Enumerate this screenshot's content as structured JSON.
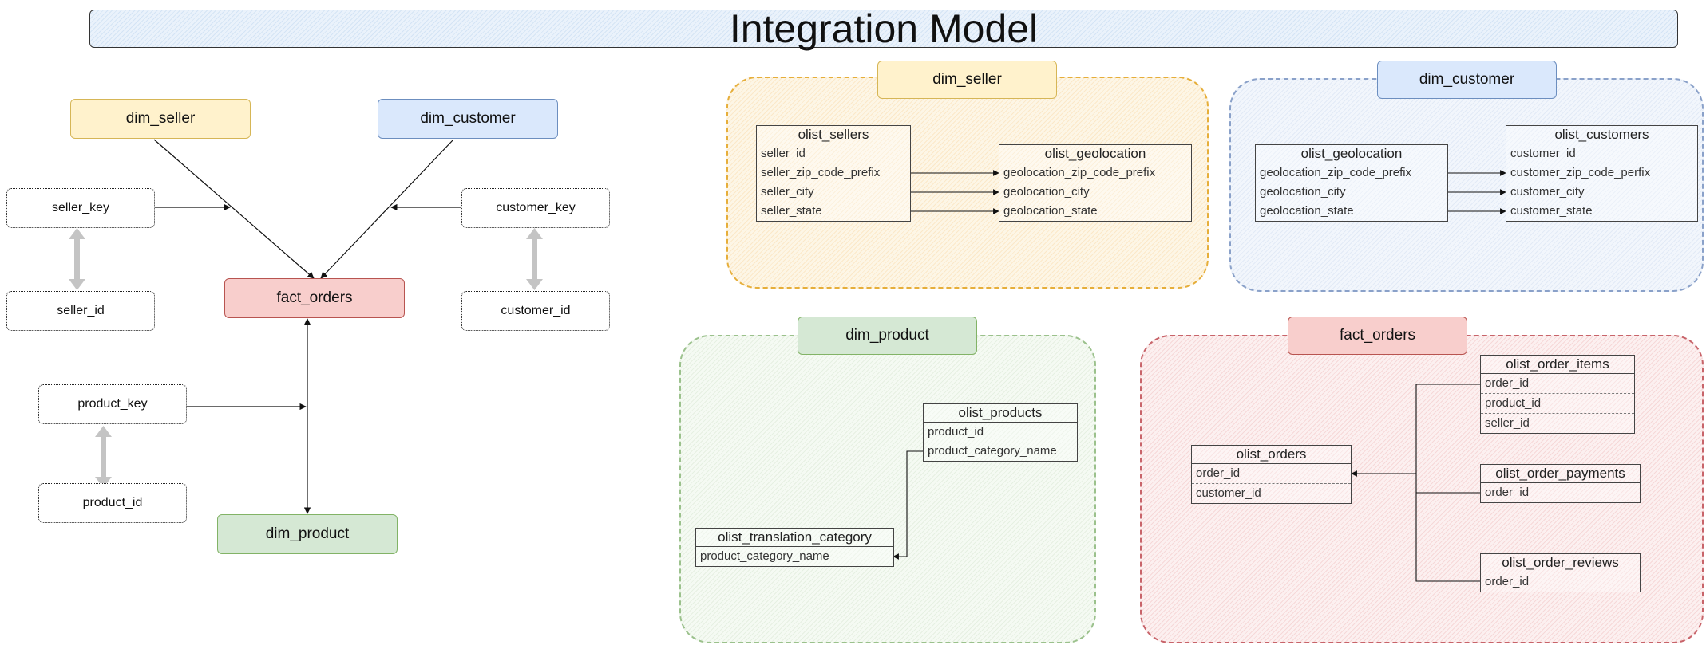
{
  "title": "Integration Model",
  "overview": {
    "dim_seller": "dim_seller",
    "dim_customer": "dim_customer",
    "fact_orders": "fact_orders",
    "dim_product": "dim_product",
    "seller_key": "seller_key",
    "seller_id": "seller_id",
    "customer_key": "customer_key",
    "customer_id": "customer_id",
    "product_key": "product_key",
    "product_id": "product_id"
  },
  "groups": {
    "dim_seller": {
      "label": "dim_seller",
      "olist_sellers": {
        "name": "olist_sellers",
        "fields": [
          "seller_id",
          "seller_zip_code_prefix",
          "seller_city",
          "seller_state"
        ]
      },
      "olist_geolocation": {
        "name": "olist_geolocation",
        "fields": [
          "geolocation_zip_code_prefix",
          "geolocation_city",
          "geolocation_state"
        ]
      }
    },
    "dim_customer": {
      "label": "dim_customer",
      "olist_geolocation": {
        "name": "olist_geolocation",
        "fields": [
          "geolocation_zip_code_prefix",
          "geolocation_city",
          "geolocation_state"
        ]
      },
      "olist_customers": {
        "name": "olist_customers",
        "fields": [
          "customer_id",
          "customer_zip_code_perfix",
          "customer_city",
          "customer_state"
        ]
      }
    },
    "dim_product": {
      "label": "dim_product",
      "olist_products": {
        "name": "olist_products",
        "fields": [
          "product_id",
          "product_category_name"
        ]
      },
      "olist_translation_category": {
        "name": "olist_translation_category",
        "fields": [
          "product_category_name"
        ]
      }
    },
    "fact_orders": {
      "label": "fact_orders",
      "olist_orders": {
        "name": "olist_orders",
        "fields": [
          "order_id",
          "customer_id"
        ]
      },
      "olist_order_items": {
        "name": "olist_order_items",
        "fields": [
          "order_id",
          "product_id",
          "seller_id"
        ]
      },
      "olist_order_payments": {
        "name": "olist_order_payments",
        "fields": [
          "order_id"
        ]
      },
      "olist_order_reviews": {
        "name": "olist_order_reviews",
        "fields": [
          "order_id"
        ]
      }
    }
  },
  "colors": {
    "yellow": "#fff2cc",
    "blue": "#dae8fc",
    "red": "#f8cecc",
    "green": "#d5e8d4"
  }
}
